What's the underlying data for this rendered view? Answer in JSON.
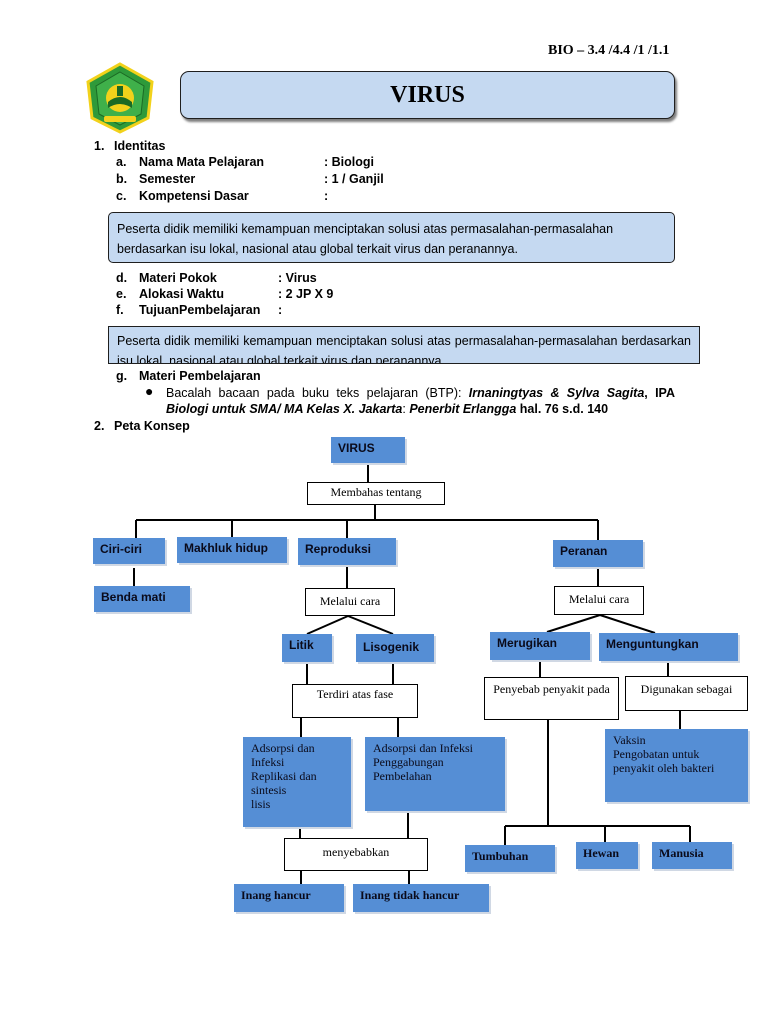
{
  "header": {
    "code": "BIO – 3.4 /4.4 /1 /1.1",
    "title": "VIRUS"
  },
  "identitas": {
    "num": "1.",
    "heading": "Identitas",
    "items": [
      {
        "letter": "a.",
        "label": "Nama Mata Pelajaran",
        "value": ": Biologi"
      },
      {
        "letter": "b.",
        "label": "Semester",
        "value": ": 1 / Ganjil"
      },
      {
        "letter": "c.",
        "label": "Kompetensi Dasar",
        "value": ":"
      }
    ],
    "kd_text": "Peserta didik memiliki kemampuan menciptakan solusi atas permasalahan-permasalahan berdasarkan isu lokal, nasional atau global terkait virus dan peranannya.",
    "items2": [
      {
        "letter": "d.",
        "label": "Materi Pokok",
        "value": ":  Virus"
      },
      {
        "letter": "e.",
        "label": "Alokasi Waktu",
        "value": ":  2 JP X 9"
      },
      {
        "letter": "f.",
        "label": "TujuanPembelajaran",
        "value": ":"
      }
    ],
    "tp_text": "Peserta didik memiliki kemampuan menciptakan solusi atas permasalahan-permasalahan berdasarkan isu lokal, nasional atau global terkait virus dan peranannya.",
    "g": {
      "letter": "g.",
      "label": "Materi Pembelajaran"
    },
    "bullet": {
      "line1_plain": "Bacalah bacaan pada buku teks pelajaran (BTP): ",
      "line1_authors": "Irnaningtyas & Sylva Sagita",
      "line1_ipa": ", IPA",
      "line2_book": "Biologi untuk SMA/ MA Kelas X. Jakarta",
      "line2_colon": ": ",
      "line2_pub": "Penerbit Erlangga",
      "line2_pages": " hal. 76 s.d. 140"
    }
  },
  "peta": {
    "num": "2.",
    "heading": "Peta Konsep"
  },
  "concept_map": {
    "virus": "VIRUS",
    "membahas": "Membahas tentang",
    "ciri": "Ciri-ciri",
    "makhluk": "Makhluk hidup",
    "reproduksi": "Reproduksi",
    "peranan": "Peranan",
    "benda_mati": "Benda mati",
    "melalui1": "Melalui cara",
    "melalui2": "Melalui cara",
    "litik": "Litik",
    "lisogenik": "Lisogenik",
    "merugikan": "Merugikan",
    "menguntungkan": "Menguntungkan",
    "terdiri": "Terdiri atas fase",
    "penyebab": "Penyebab penyakit pada",
    "digunakan": "Digunakan sebagai",
    "litik_phases": [
      "Adsorpsi dan",
      "Infeksi",
      "Replikasi dan",
      "sintesis",
      "lisis"
    ],
    "lisogenik_phases": [
      "Adsorpsi dan Infeksi",
      "Penggabungan",
      "Pembelahan"
    ],
    "vaksin": [
      "Vaksin",
      "Pengobatan untuk",
      "penyakit oleh bakteri"
    ],
    "menyebabkan": "menyebabkan",
    "tumbuhan": "Tumbuhan",
    "hewan": "Hewan",
    "manusia": "Manusia",
    "inang_hancur": "Inang hancur",
    "inang_tidak": "Inang tidak hancur"
  },
  "colors": {
    "box_light": "#c5d9f1",
    "node_blue": "#558ed5",
    "logo_green": "#2e9a3a",
    "logo_yellow": "#f2d21b"
  },
  "icons": {
    "logo": "ministry-emblem-icon"
  }
}
